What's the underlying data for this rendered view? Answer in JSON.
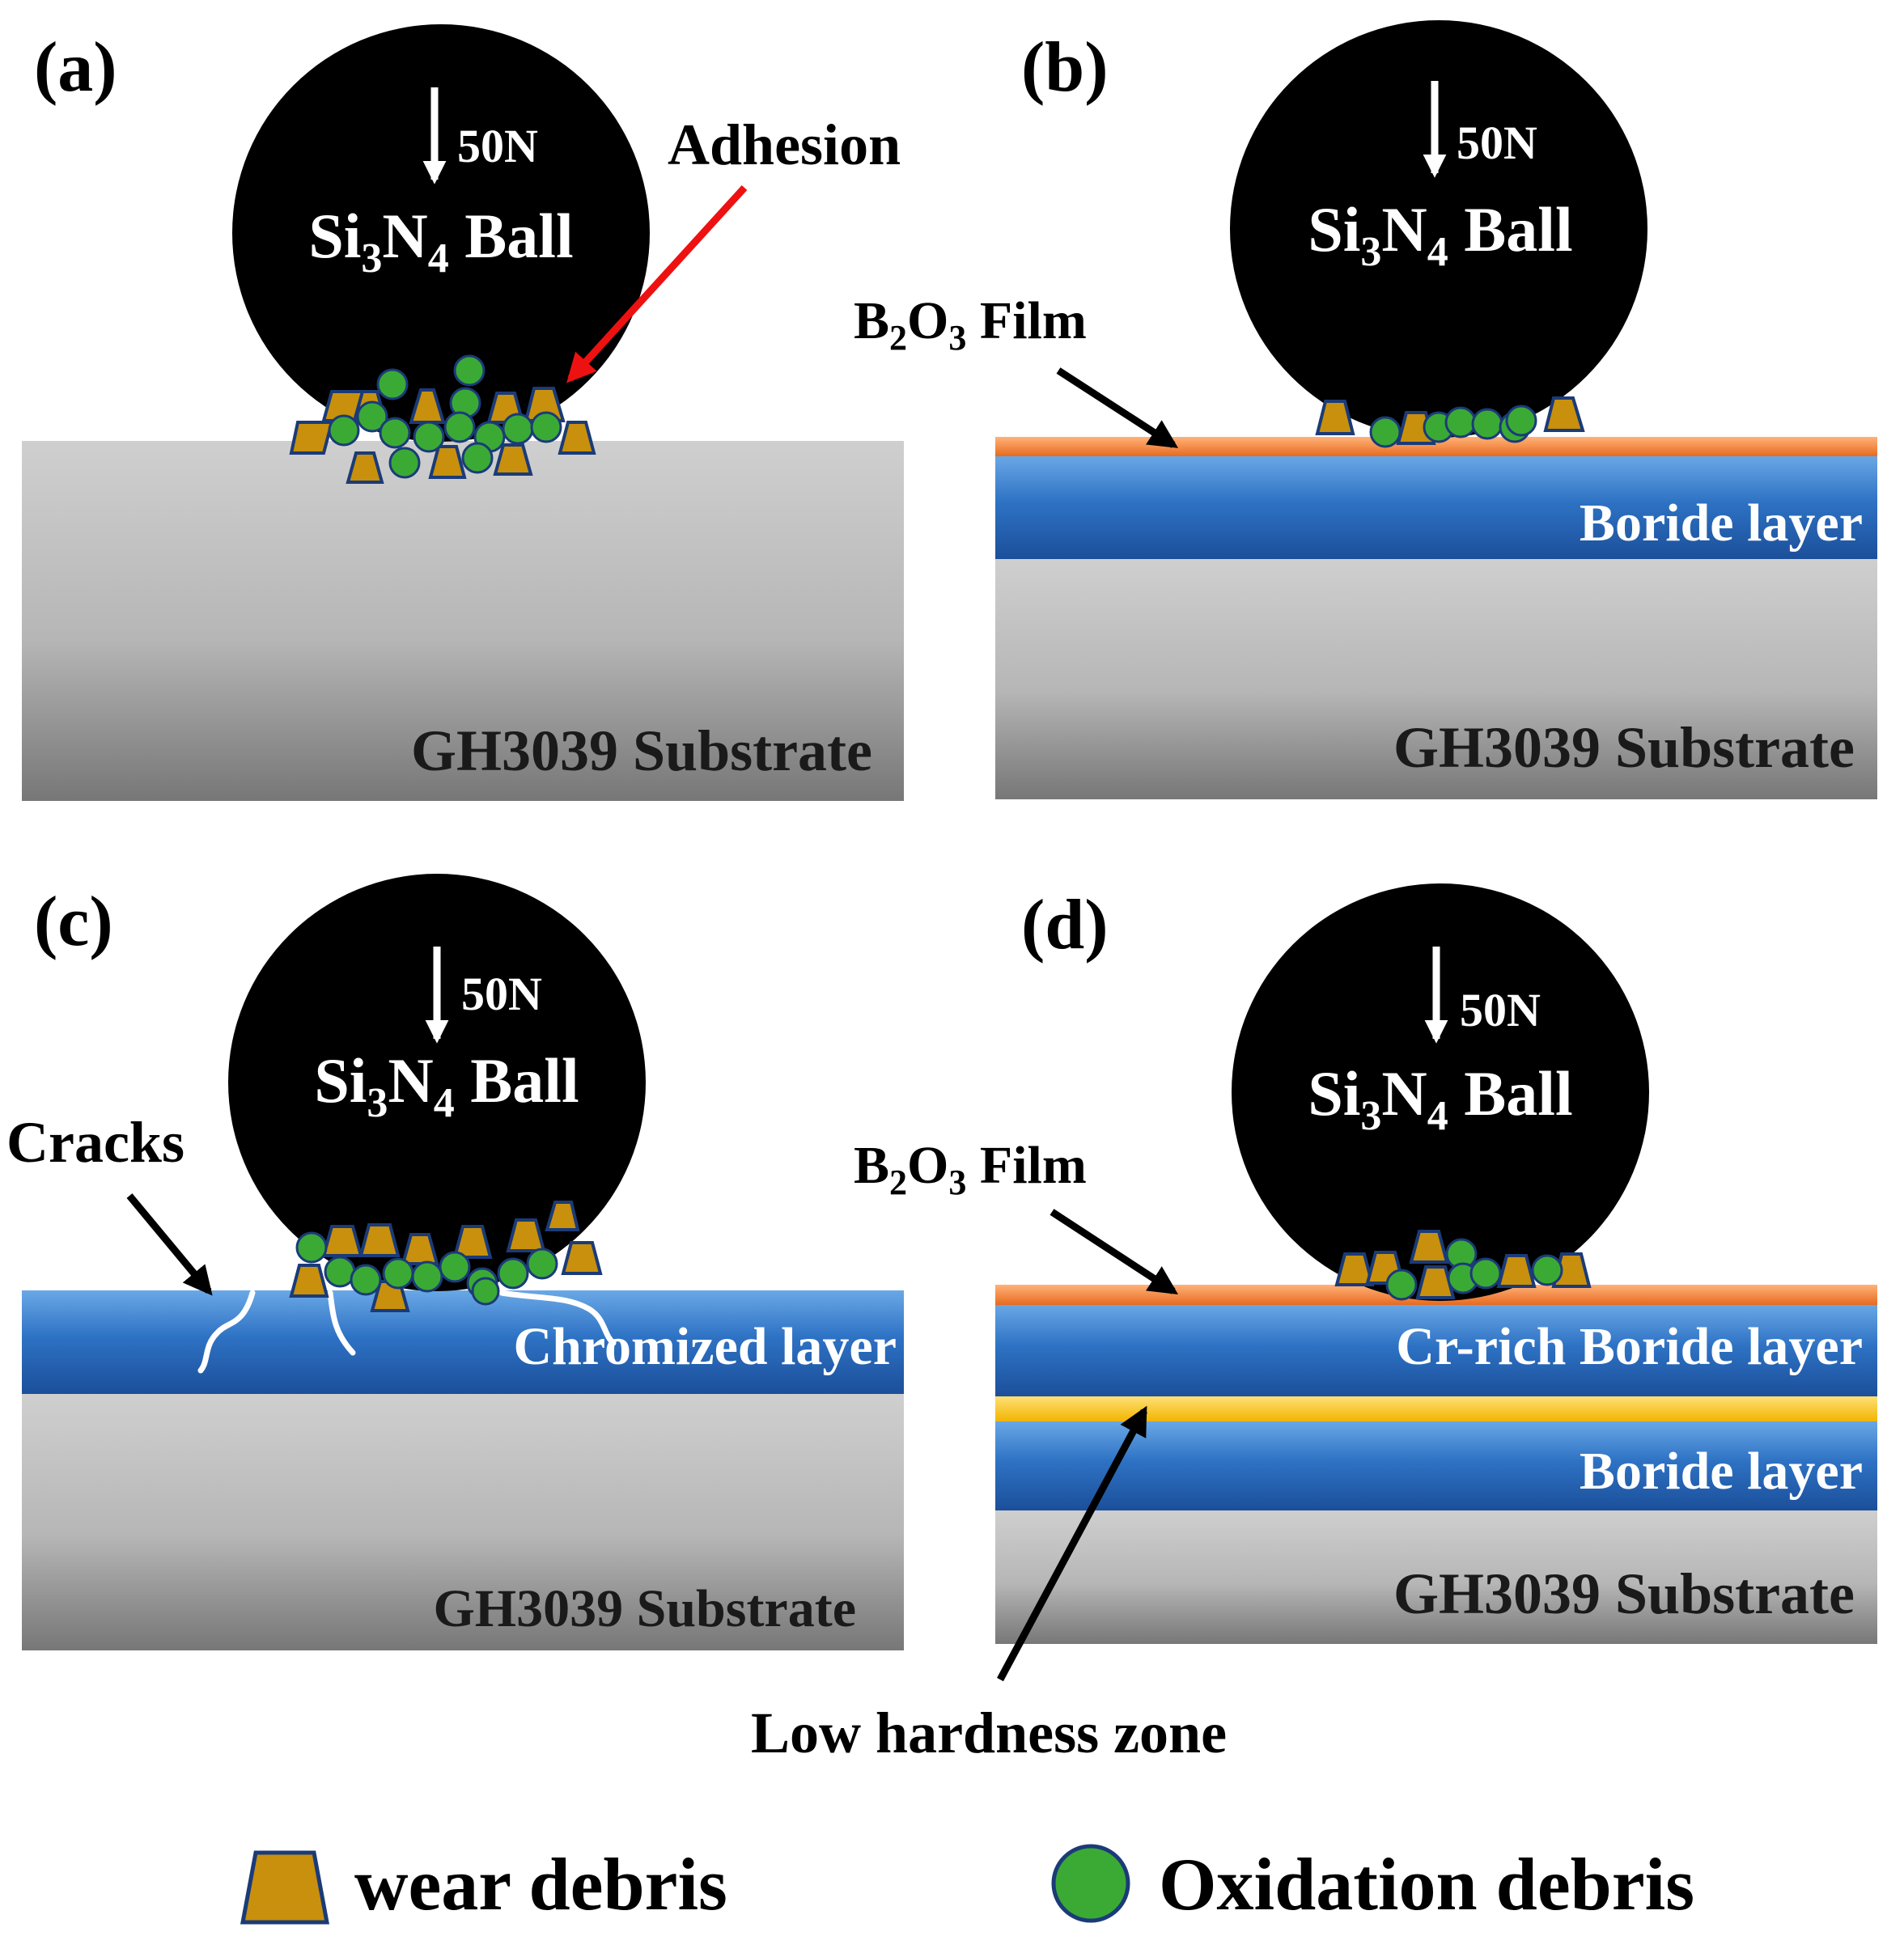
{
  "colors": {
    "ball": "#000000",
    "substrate_top": "#cfcfcf",
    "substrate_bottom": "#777777",
    "boride_light": "#6aa8e6",
    "boride_dark": "#1b4f9a",
    "film_light": "#ffb27a",
    "film_dark": "#e86a1e",
    "low_hardness_light": "#ffe27a",
    "low_hardness_dark": "#f2b400",
    "wear_debris": "#c8900c",
    "oxidation_debris": "#3aaa35",
    "adhesion_arrow": "#ee1111"
  },
  "panels": {
    "a": {
      "label": "(a)",
      "load": "50N",
      "ball": {
        "prefix": "Si",
        "sub1": "3",
        "mid": "N",
        "sub2": "4",
        "suffix": " Ball"
      },
      "annotation": "Adhesion",
      "substrate": "GH3039 Substrate"
    },
    "b": {
      "label": "(b)",
      "load": "50N",
      "ball": {
        "prefix": "Si",
        "sub1": "3",
        "mid": "N",
        "sub2": "4",
        "suffix": " Ball"
      },
      "film": {
        "prefix": "B",
        "sub1": "2",
        "mid": "O",
        "sub2": "3",
        "suffix": " Film"
      },
      "layer": "Boride layer",
      "substrate": "GH3039 Substrate"
    },
    "c": {
      "label": "(c)",
      "load": "50N",
      "ball": {
        "prefix": "Si",
        "sub1": "3",
        "mid": "N",
        "sub2": "4",
        "suffix": " Ball"
      },
      "annotation": "Cracks",
      "layer": "Chromized layer",
      "substrate": "GH3039 Substrate"
    },
    "d": {
      "label": "(d)",
      "load": "50N",
      "ball": {
        "prefix": "Si",
        "sub1": "3",
        "mid": "N",
        "sub2": "4",
        "suffix": " Ball"
      },
      "film": {
        "prefix": "B",
        "sub1": "2",
        "mid": "O",
        "sub2": "3",
        "suffix": " Film"
      },
      "layer_top": "Cr-rich Boride layer",
      "layer_bottom": "Boride layer",
      "low_zone": "Low hardness zone",
      "substrate": "GH3039 Substrate"
    }
  },
  "legend": {
    "wear": "wear debris",
    "oxidation": "Oxidation debris"
  }
}
